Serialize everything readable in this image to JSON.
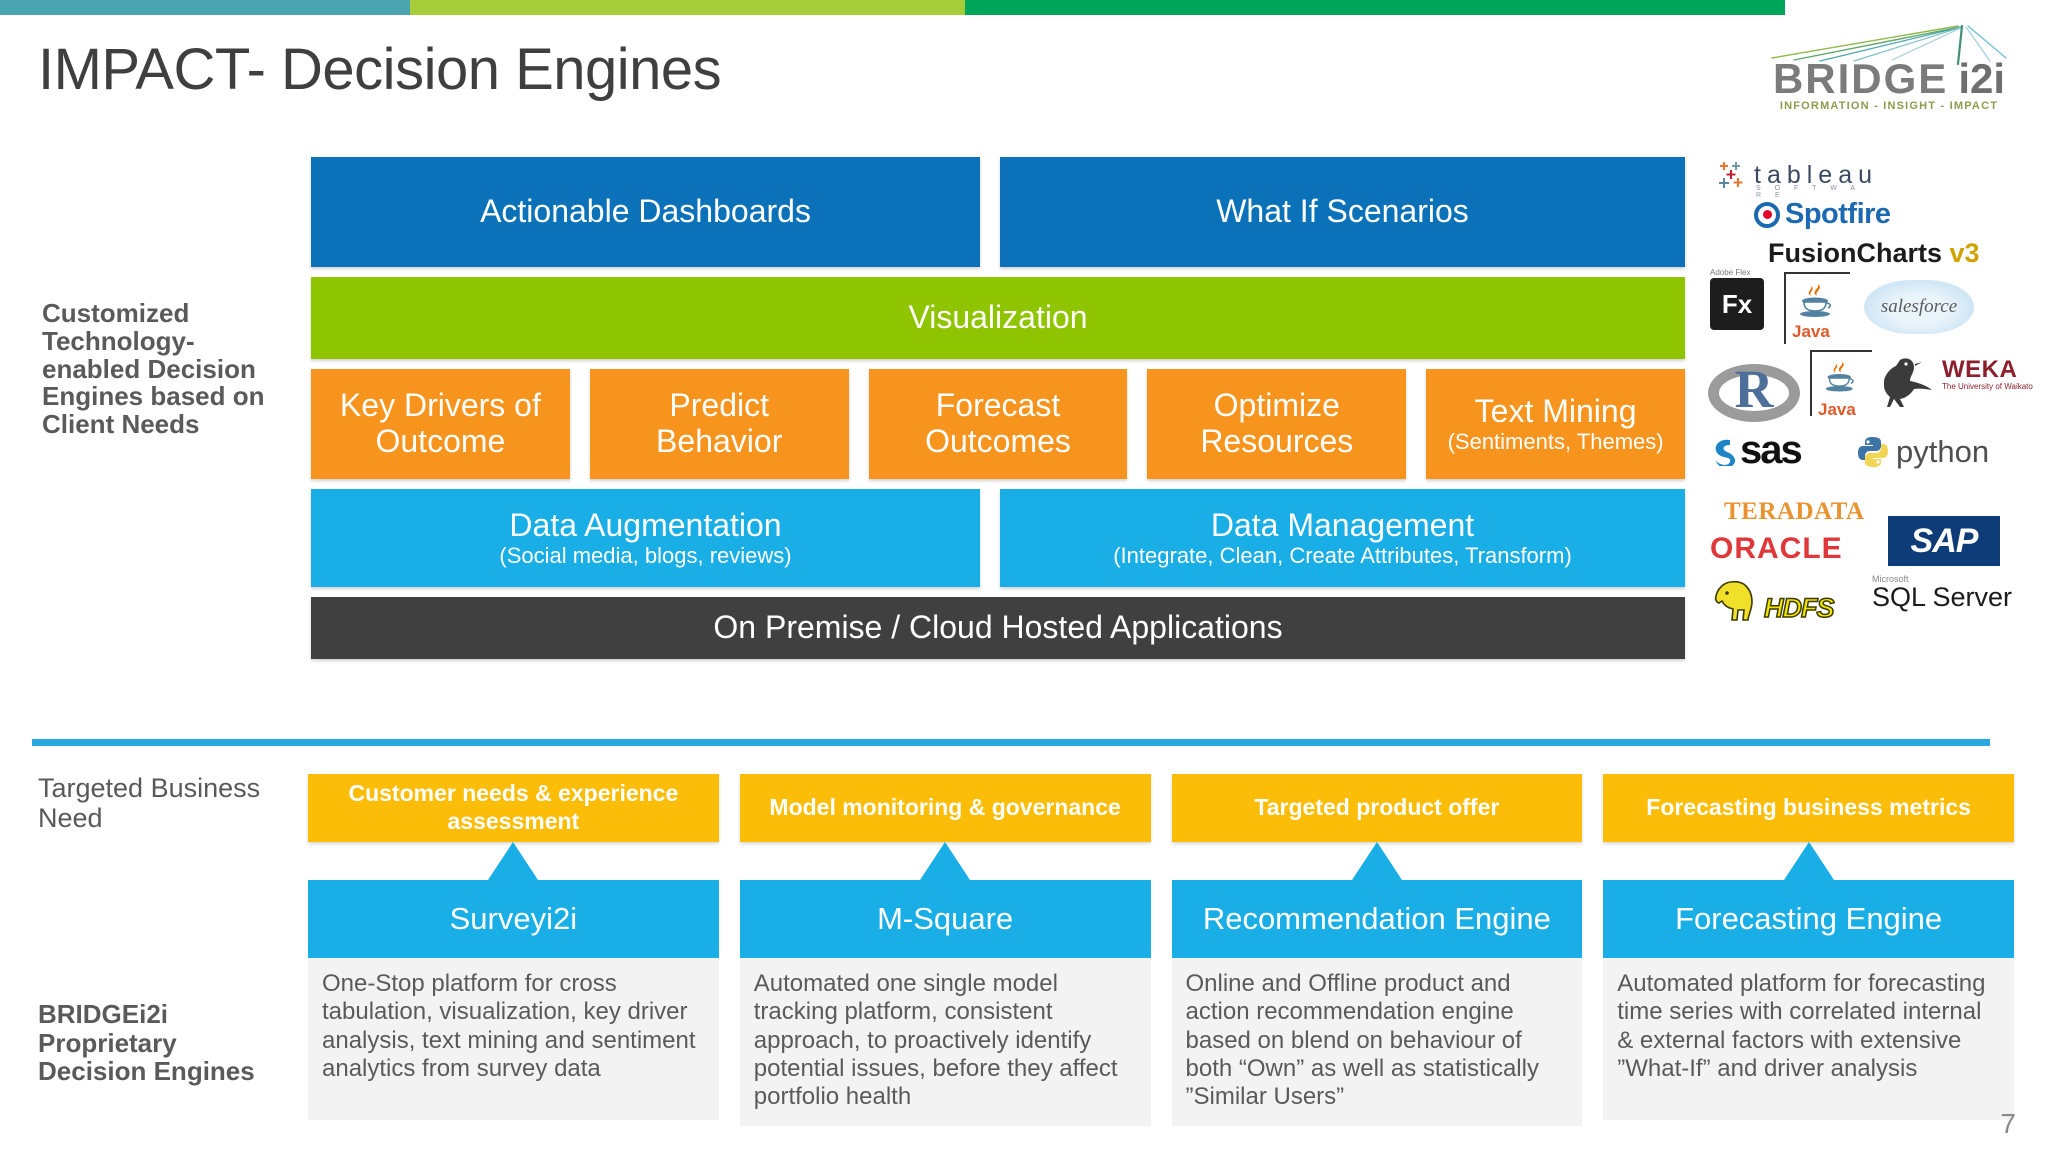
{
  "topbar": {
    "segments": [
      "#4aa5b0",
      "#a5cd39",
      "#00a65a",
      "#ffffff"
    ]
  },
  "header": {
    "title": "IMPACT- Decision Engines",
    "logo": {
      "word_main": "BRIDGE",
      "word_sub": "i2i",
      "tagline": "INFORMATION - INSIGHT - IMPACT"
    }
  },
  "upper": {
    "left_label": "Customized Technology-enabled Decision Engines based on Client Needs",
    "row_dashboards": [
      {
        "label": "Actionable Dashboards",
        "color": "#0b72b9"
      },
      {
        "label": "What If Scenarios",
        "color": "#0b72b9"
      }
    ],
    "row_visualization": {
      "label": "Visualization",
      "color": "#8fc400"
    },
    "row_analytics": [
      {
        "main": "Key Drivers of",
        "main2": "Outcome",
        "sub": ""
      },
      {
        "main": "Predict",
        "main2": "Behavior",
        "sub": ""
      },
      {
        "main": "Forecast",
        "main2": "Outcomes",
        "sub": ""
      },
      {
        "main": "Optimize",
        "main2": "Resources",
        "sub": ""
      },
      {
        "main": "Text Mining",
        "main2": "",
        "sub": "(Sentiments, Themes)"
      }
    ],
    "row_data": [
      {
        "main": "Data Augmentation",
        "sub": "(Social media, blogs, reviews)",
        "color": "#19aee6"
      },
      {
        "main": "Data Management",
        "sub": "(Integrate, Clean, Create Attributes, Transform)",
        "color": "#19aee6"
      }
    ],
    "row_hosting": {
      "label": "On Premise / Cloud Hosted Applications",
      "color": "#404040"
    }
  },
  "tech_logos": {
    "tableau": {
      "word": "tableau",
      "sub": "S O F T W A R E"
    },
    "spotfire": {
      "word": "Spotfire"
    },
    "fusioncharts": {
      "word": "FusionCharts",
      "version": "v3"
    },
    "adobe_flex": {
      "word": "Fx",
      "label": "Adobe Flex"
    },
    "java_1": {
      "word": "Java"
    },
    "salesforce": {
      "word": "salesforce"
    },
    "r": {
      "word": "R"
    },
    "java_2": {
      "word": "Java"
    },
    "weka": {
      "word": "WEKA",
      "sub": "The University of Waikato"
    },
    "sas": {
      "word": "sas"
    },
    "python": {
      "word": "python"
    },
    "teradata": {
      "word": "TERADATA"
    },
    "oracle": {
      "word": "ORACLE"
    },
    "sap": {
      "word": "SAP"
    },
    "hdfs": {
      "word": "HDFS"
    },
    "sqlserver": {
      "ms": "Microsoft",
      "word": "SQL Server"
    }
  },
  "lower": {
    "left_label_need": "Targeted Business Need",
    "left_label_engines": "BRIDGEi2i Proprietary Decision Engines",
    "columns": [
      {
        "need": "Customer needs & experience assessment",
        "engine": "Surveyi2i",
        "desc": "One-Stop platform for cross tabulation, visualization, key driver analysis, text mining and sentiment analytics from survey data"
      },
      {
        "need": "Model monitoring & governance",
        "engine": "M-Square",
        "desc": "Automated one single model tracking platform, consistent approach, to proactively identify potential issues, before they affect portfolio health"
      },
      {
        "need": "Targeted product offer",
        "engine": "Recommendation Engine",
        "desc": "Online and Offline product and action recommendation engine based on blend on behaviour of both  “Own” as well as statistically ”Similar Users”"
      },
      {
        "need": "Forecasting  business metrics",
        "engine": "Forecasting Engine",
        "desc": "Automated platform for forecasting time series with correlated internal &  external factors with extensive ”What-If” and driver analysis"
      }
    ]
  },
  "footer": {
    "page_number": "7"
  }
}
